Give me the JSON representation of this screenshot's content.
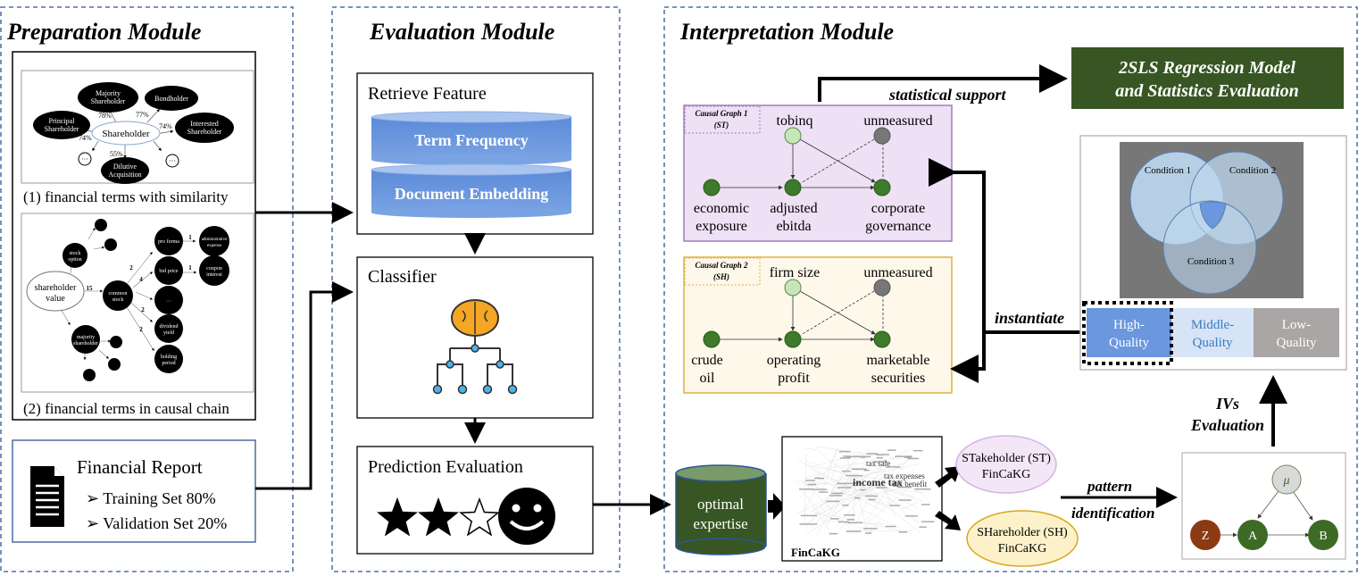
{
  "preparation": {
    "title": "Preparation Module",
    "similarity_graph": {
      "center": "Shareholder",
      "nodes": [
        {
          "label1": "Majority",
          "label2": "Shareholder",
          "weight": "78%"
        },
        {
          "label1": "Bondholder",
          "label2": "",
          "weight": "77%"
        },
        {
          "label1": "Principal",
          "label2": "Shareholder",
          "weight": "74%"
        },
        {
          "label1": "Interested",
          "label2": "Shareholder",
          "weight": "74%"
        },
        {
          "label1": "Dilutive",
          "label2": "Acquisition",
          "weight": "55%"
        }
      ],
      "ellipsis": "···",
      "caption": "(1) financial terms with similarity"
    },
    "causal_chain": {
      "root1": "shareholder",
      "root2": "value",
      "stock_option": [
        "stock",
        "option"
      ],
      "common_stock": [
        "common",
        "stock"
      ],
      "majority_shareholder": [
        "majority",
        "shareholder"
      ],
      "pro_forma": "pro forma",
      "bid_price": "bid price",
      "dividend_yield": [
        "dividend",
        "yield"
      ],
      "holding_period": [
        "holding",
        "period"
      ],
      "administrative_expense": [
        "administrative",
        "expense"
      ],
      "coupon_interest": [
        "coupon",
        "interest"
      ],
      "weights": {
        "root_common": "15",
        "pro_forma": "2",
        "bid_price": "4",
        "dividend": "2",
        "holding": "2",
        "admin": "1",
        "coupon": "1"
      },
      "ellipsis": "···",
      "caption": "(2) financial terms in causal chain"
    },
    "financial_report": {
      "title": "Financial Report",
      "items": [
        "Training Set 80%",
        "Validation Set 20%"
      ],
      "icon": "document-icon"
    }
  },
  "evaluation": {
    "title": "Evaluation Module",
    "retrieve": {
      "title": "Retrieve Feature",
      "features": [
        "Term Frequency",
        "Document Embedding"
      ]
    },
    "classifier": {
      "title": "Classifier",
      "icon": "brain-network-icon"
    },
    "prediction": {
      "title": "Prediction Evaluation",
      "stars_filled": 2,
      "stars_total": 3,
      "icon": "smiley-icon"
    }
  },
  "interpretation": {
    "title": "Interpretation Module",
    "regression_box": {
      "line1": "2SLS Regression Model",
      "line2": "and Statistics Evaluation"
    },
    "statistical_support": "statistical support",
    "instantiate": "instantiate",
    "causal_graph_1": {
      "tag1": "Causal Graph 1",
      "tag2": "(ST)",
      "instrument": "tobinq",
      "unmeasured": "unmeasured",
      "z1": "economic",
      "z2": "exposure",
      "a1": "adjusted",
      "a2": "ebitda",
      "b1": "corporate",
      "b2": "governance"
    },
    "causal_graph_2": {
      "tag1": "Causal Graph 2",
      "tag2": "(SH)",
      "instrument": "firm size",
      "unmeasured": "unmeasured",
      "z1": "crude",
      "z2": "oil",
      "a1": "operating",
      "a2": "profit",
      "b1": "marketable",
      "b2": "securities"
    },
    "venn": {
      "conditions": [
        "Condition 1",
        "Condition 2",
        "Condition 3"
      ]
    },
    "quality": [
      {
        "l1": "High-",
        "l2": "Quality",
        "color": "#6a97dd"
      },
      {
        "l1": "Middle-",
        "l2": "Quality",
        "color": "#d6e4f5"
      },
      {
        "l1": "Low-",
        "l2": "Quality",
        "color": "#aaa6a5"
      }
    ],
    "optimal": {
      "l1": "optimal",
      "l2": "expertise"
    },
    "fincakg_label": "FinCaKG",
    "kg_words": [
      "income tax",
      "tax sale",
      "tax expenses",
      "tax benefit"
    ],
    "st_kg": {
      "l1": "STakeholder (ST)",
      "l2": "FinCaKG"
    },
    "sh_kg": {
      "l1": "SHareholder (SH)",
      "l2": "FinCaKG"
    },
    "pattern": {
      "l1": "pattern",
      "l2": "identification"
    },
    "ivs": {
      "l1": "IVs",
      "l2": "Evaluation"
    },
    "iv_graph": {
      "mu": "μ",
      "z": "Z",
      "a": "A",
      "b": "B"
    }
  },
  "colors": {
    "dark_green": "#375623",
    "node_green": "#3d7a2a",
    "light_green": "#c6e6b8",
    "blue_cyl": "#6a97dd",
    "dashed_border": "#2f5597",
    "purple_bg": "#eee0f5",
    "yellow_bg": "#fdf8ea",
    "z_brown": "#8b3a12"
  }
}
